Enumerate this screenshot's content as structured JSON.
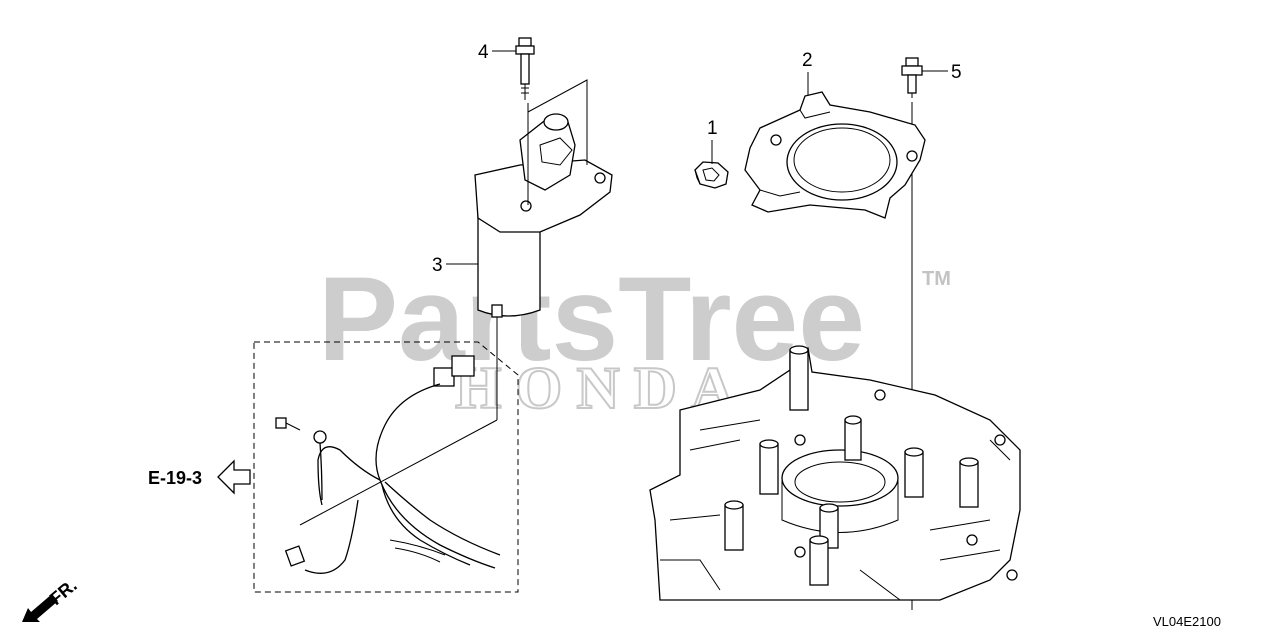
{
  "diagram": {
    "callouts": [
      {
        "id": "1",
        "text": "1"
      },
      {
        "id": "2",
        "text": "2"
      },
      {
        "id": "3",
        "text": "3"
      },
      {
        "id": "4",
        "text": "4"
      },
      {
        "id": "5",
        "text": "5"
      }
    ],
    "reference_label": "E-19-3",
    "front_label": "FR.",
    "drawing_code": "VL04E2100"
  },
  "watermark": {
    "brand": "PartsTree",
    "trademark": "TM",
    "sub": "HONDA"
  }
}
